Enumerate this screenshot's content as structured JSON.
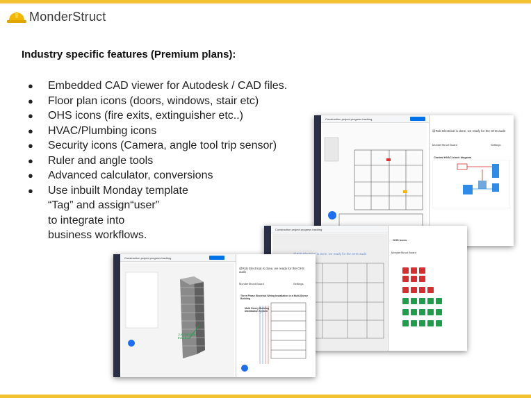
{
  "brand": {
    "name": "MonderStruct",
    "color": "#f2c230"
  },
  "heading": "Industry specific features (Premium plans):",
  "bullets": [
    "Embedded CAD viewer for Autodesk / CAD files.",
    "Floor plan icons (doors, windows, stair etc)",
    "OHS icons (fire exits, extinguisher etc..)",
    "HVAC/Plumbing icons",
    "Security icons (Camera, angle tool trip sensor)",
    "Ruler and angle tools",
    "Advanced calculator, conversions",
    "Use inbuilt Monday template"
  ],
  "continuation": [
    "“Tag” and assign“user”",
    "to integrate into",
    "business workflows."
  ],
  "screenshots": {
    "common": {
      "project": "Construction project progress tracking",
      "note": "@Rob Electrical is done, we ready for the OHS audit",
      "board": "MonderStruct Board",
      "settings": "Settings"
    },
    "hvac": {
      "panel_title": "Central HVAC block diagram"
    },
    "ohs": {
      "panel_title": "OHS icons"
    },
    "building": {
      "annotation": "Junction box third floor",
      "doc_title": "Three Phase Electrical Wiring Installation in a Multi-Storey Building",
      "doc_sub": "Multi Storey Building Distribution System"
    }
  }
}
